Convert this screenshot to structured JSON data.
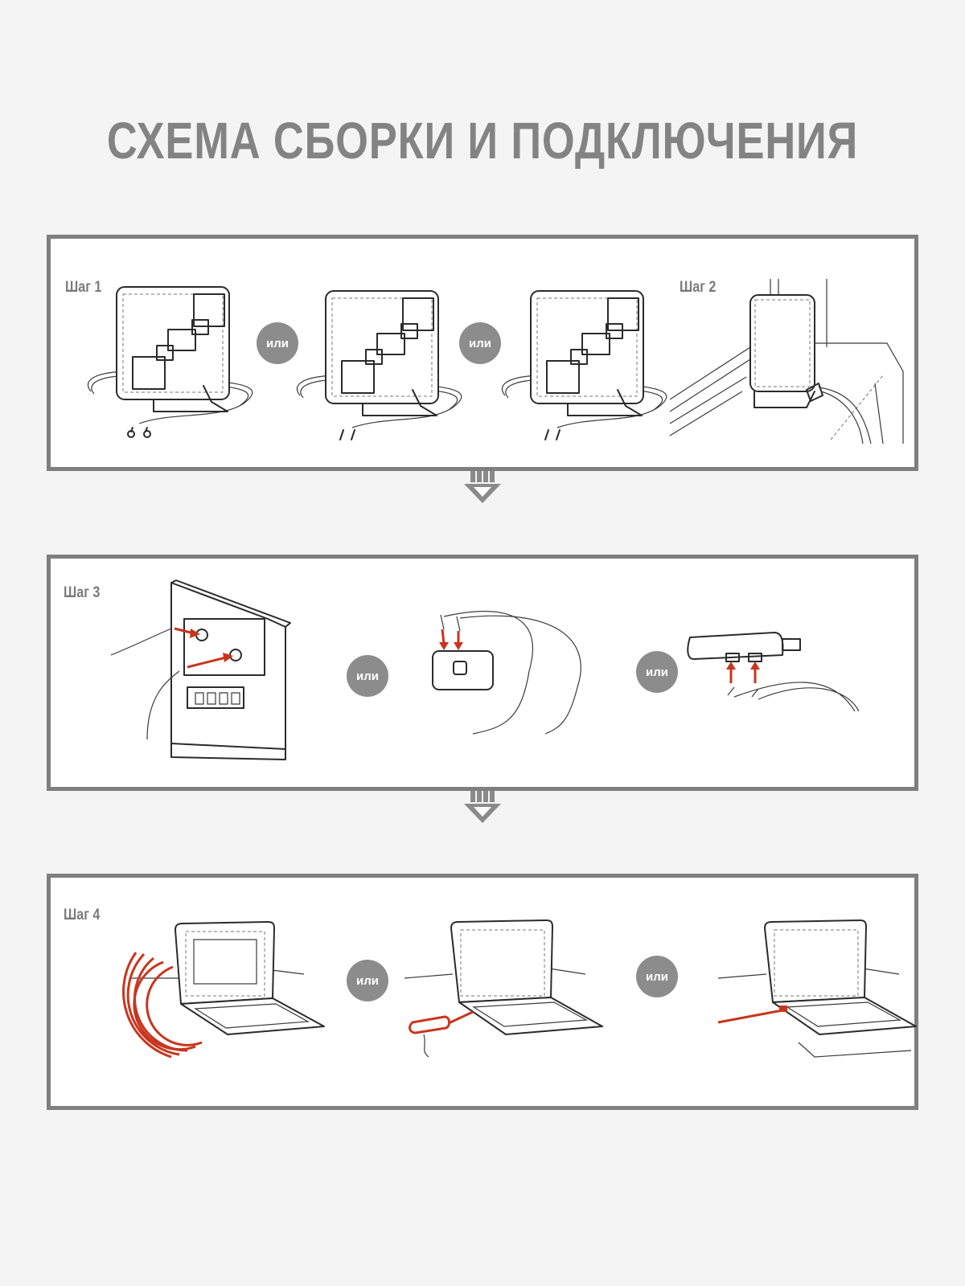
{
  "title": "СХЕМА СБОРКИ  И ПОДКЛЮЧЕНИЯ",
  "or_label": "или",
  "steps": {
    "step1": "Шаг 1",
    "step2": "Шаг 2",
    "step3": "Шаг 3",
    "step4": "Шаг 4"
  },
  "colors": {
    "frame": "#7f7f7f",
    "text_gray": "#838383",
    "accent_red": "#c8351d",
    "background": "#f4f4f4"
  }
}
